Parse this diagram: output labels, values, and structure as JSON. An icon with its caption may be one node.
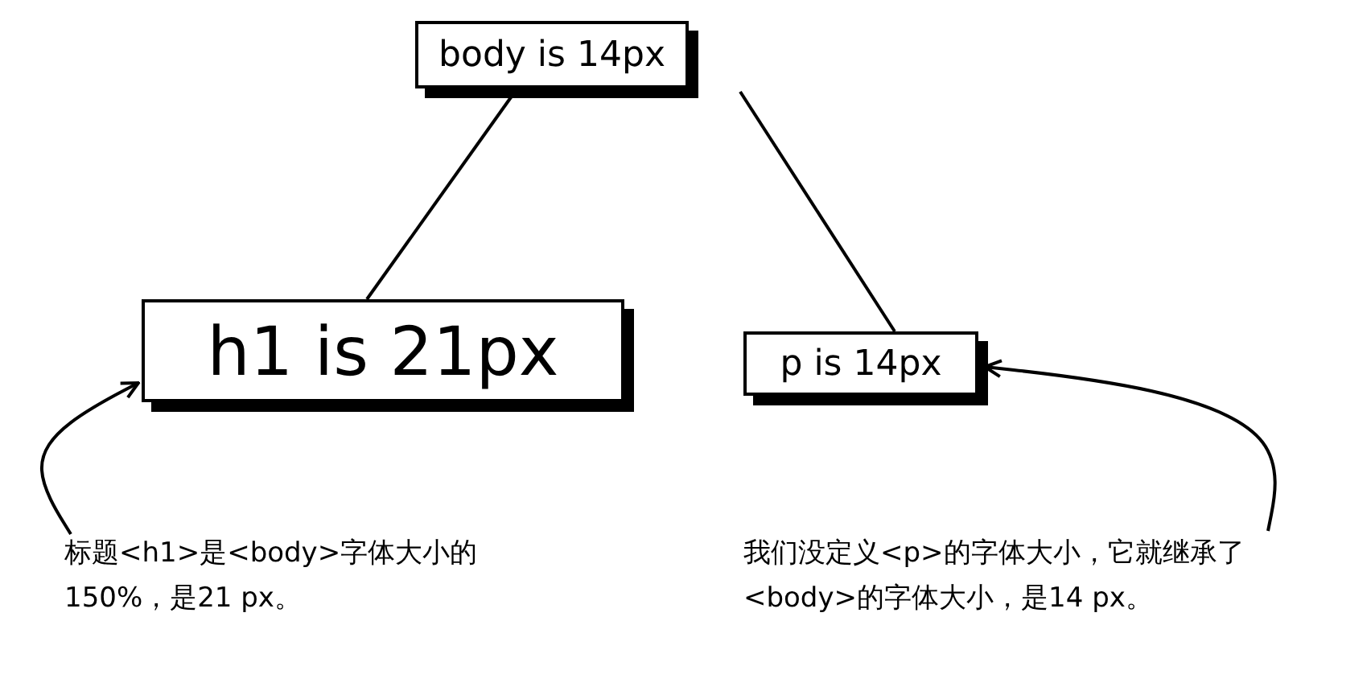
{
  "diagram": {
    "nodes": [
      {
        "text": [
          "body is 14px"
        ]
      },
      {
        "text": [
          "h1 is 21px"
        ]
      },
      {
        "text": [
          "p is 14px"
        ]
      },
      {
        "text": [
          "标题<h1>是<body>字体大小的150%，是21 px。"
        ]
      },
      {
        "text": [
          "我们没定义<p>的字体大小，它就继承了<body>的字体大小，是14 px。"
        ]
      }
    ],
    "edges": [
      {
        "from": 0,
        "to": 1,
        "arrow": "none"
      },
      {
        "from": 0,
        "to": 2,
        "arrow": "none"
      },
      {
        "from": 3,
        "to": 1,
        "arrow": "to"
      },
      {
        "from": 4,
        "to": 2,
        "arrow": "to"
      }
    ]
  }
}
